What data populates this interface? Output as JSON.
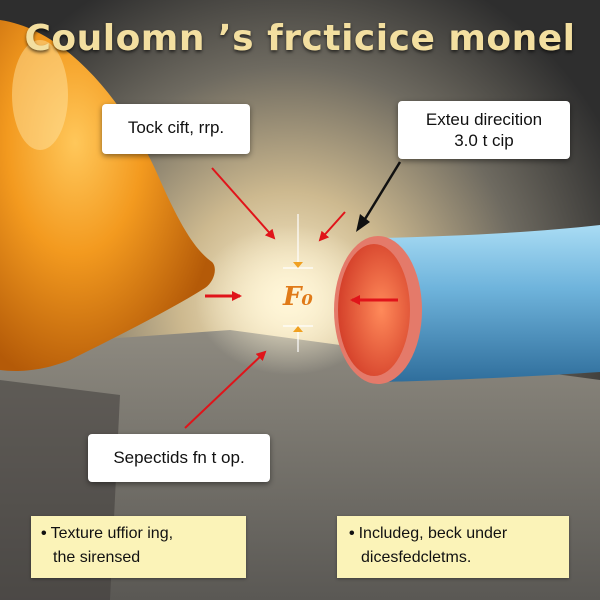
{
  "title": "Coulomn ’s frcticice monel",
  "callouts": {
    "top_left": {
      "line1": "Tock cift, rrp."
    },
    "top_right": {
      "line1": "Exteu direcition",
      "line2": "3.0 t cip"
    },
    "bottom_left": {
      "line1": "Sepectids fn t op."
    }
  },
  "notes": {
    "left": {
      "line1": "Texture uffior ing,",
      "line2": "the sirensed"
    },
    "right": {
      "line1": "Includeg, beck under",
      "line2": "dicesfedcletms."
    }
  },
  "force_label": "F₀",
  "colors": {
    "arrow_red": "#e0141a",
    "arrow_black": "#111111",
    "blob_orange": "#f0921c",
    "tube_blue": "#6fb4dc",
    "tube_rim": "#e05a4a",
    "title": "#f3dfa0"
  },
  "icons": {
    "bullet": "•"
  }
}
